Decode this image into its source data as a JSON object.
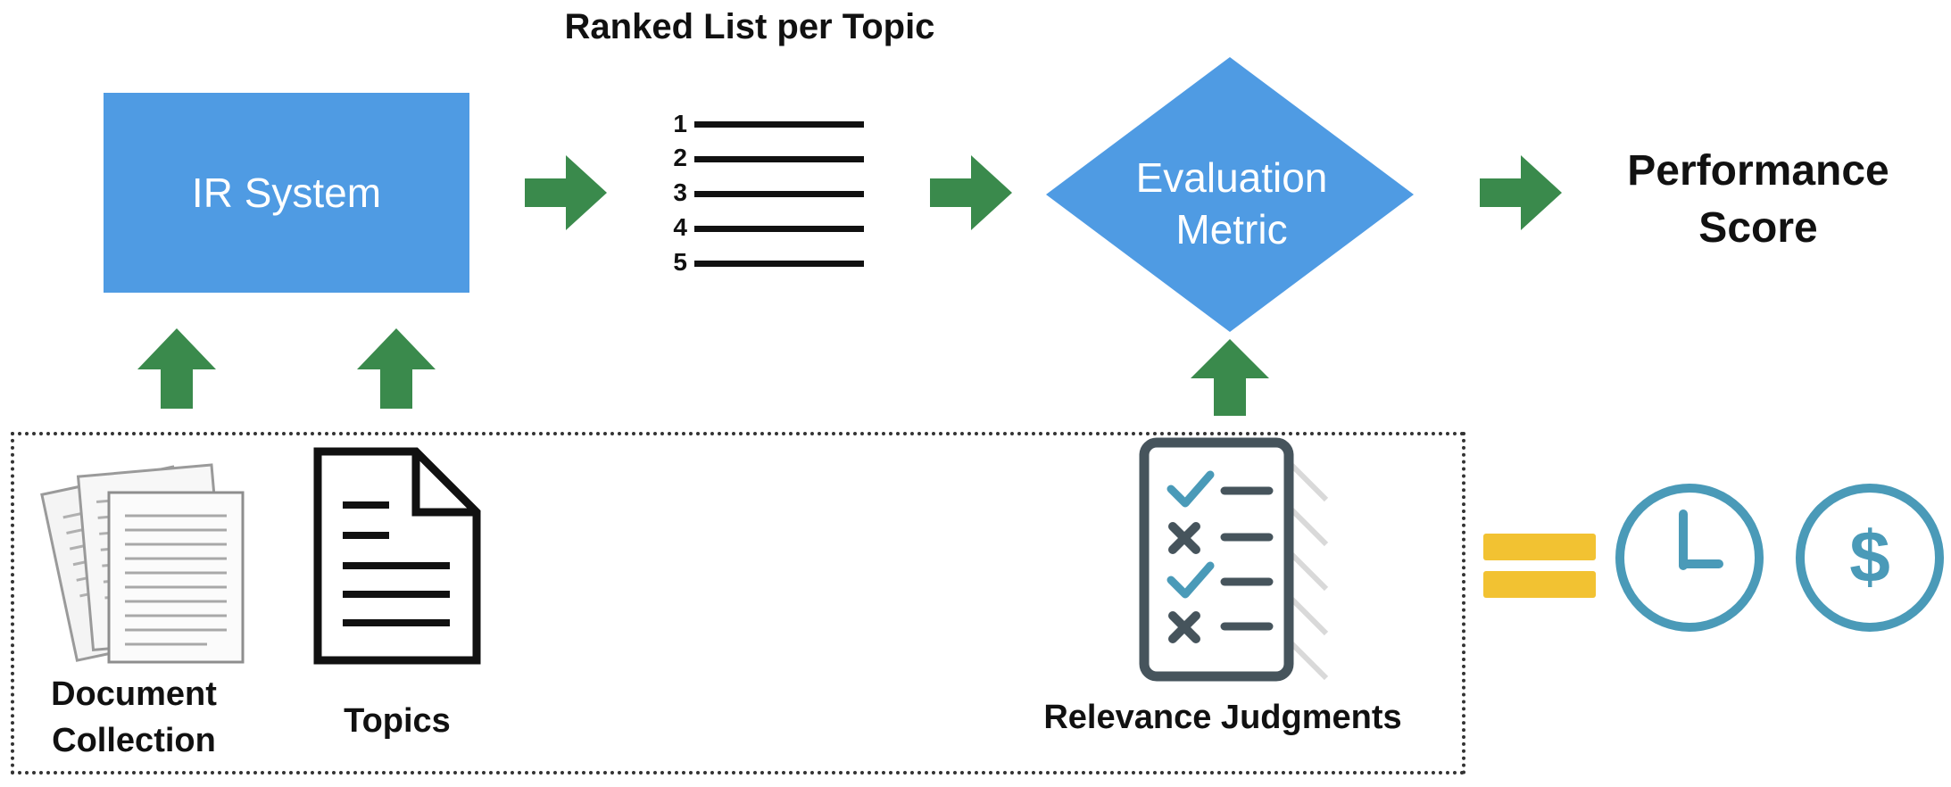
{
  "ranked_list": {
    "title": "Ranked List per Topic",
    "ranks": [
      "1",
      "2",
      "3",
      "4",
      "5"
    ]
  },
  "ir_system": {
    "label": "IR System"
  },
  "evaluation_metric": {
    "line1": "Evaluation",
    "line2": "Metric"
  },
  "performance_score": {
    "line1": "Performance",
    "line2": "Score"
  },
  "inputs": {
    "document_collection": {
      "line1": "Document",
      "line2": "Collection"
    },
    "topics": {
      "label": "Topics"
    },
    "relevance_judgments": {
      "label": "Relevance Judgments"
    }
  },
  "cost_icons": [
    "clock-icon",
    "dollar-icon"
  ],
  "dollar_symbol": "$",
  "colors": {
    "box_blue": "#4f9be3",
    "arrow_green": "#3a8a4c",
    "icon_teal": "#4a9ab8",
    "equals_yellow": "#f2c232",
    "clipboard_gray": "#46545c"
  }
}
